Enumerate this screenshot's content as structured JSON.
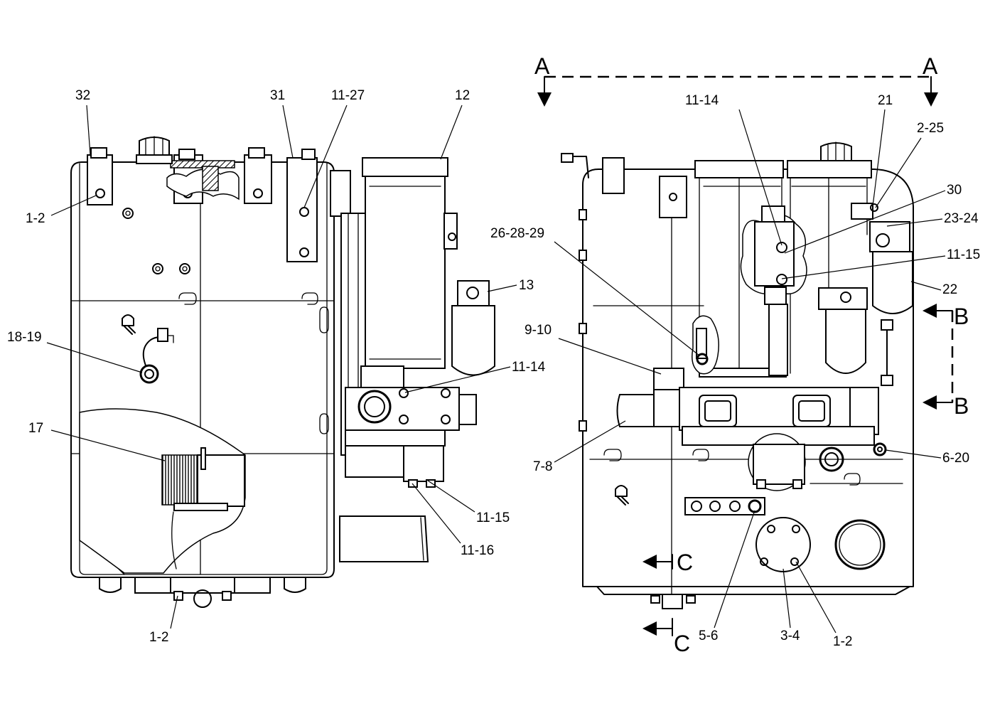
{
  "section_marks": {
    "a_left": "A",
    "a_right": "A",
    "b_top": "B",
    "b_bottom": "B",
    "c_top": "C",
    "c_bottom": "C"
  },
  "left_view": {
    "callouts": {
      "c32": "32",
      "c31": "31",
      "c11_27": "11-27",
      "c12": "12",
      "c1_2_top": "1-2",
      "c13": "13",
      "c18_19": "18-19",
      "c11_14": "11-14",
      "c17": "17",
      "c11_15": "11-15",
      "c11_16": "11-16",
      "c1_2_bottom": "1-2"
    }
  },
  "right_view": {
    "callouts": {
      "c11_14": "11-14",
      "c21": "21",
      "c2_25": "2-25",
      "c30": "30",
      "c23_24": "23-24",
      "c26_28_29": "26-28-29",
      "c11_15": "11-15",
      "c22": "22",
      "c9_10": "9-10",
      "c7_8": "7-8",
      "c6_20": "6-20",
      "c5_6": "5-6",
      "c3_4": "3-4",
      "c1_2": "1-2"
    }
  }
}
